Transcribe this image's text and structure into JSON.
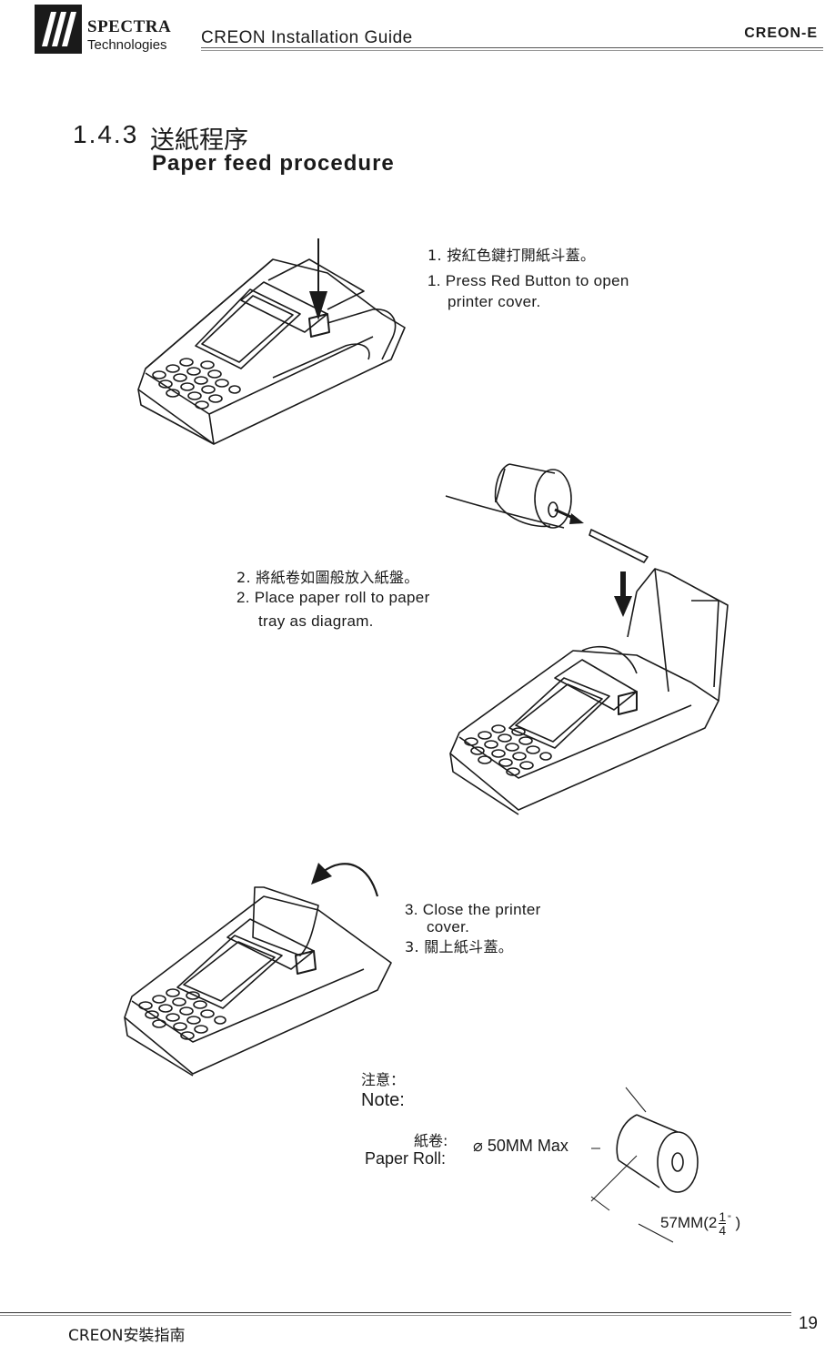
{
  "header": {
    "brand": "SPECTRA",
    "brand_sub": "Technologies",
    "guide_title": "CREON Installation Guide",
    "model": "CREON-E"
  },
  "section": {
    "number": "1.4.3",
    "title_cn": "送紙程序",
    "title_en": "Paper feed procedure"
  },
  "steps": [
    {
      "cn": "1. 按紅色鍵打開紙斗蓋。",
      "en_line1": "1. Press Red Button to open",
      "en_line2": "printer cover."
    },
    {
      "cn": "2. 將紙卷如圖般放入紙盤。",
      "en_line1": "2. Place paper roll to paper",
      "en_line2": "tray as diagram."
    },
    {
      "cn": "3. 關上紙斗蓋。",
      "en_line1": "3. Close the printer",
      "en_line2": "cover."
    }
  ],
  "note": {
    "label_cn": "注意：",
    "label_en": "Note:",
    "roll_cn": "紙卷:",
    "roll_en": "Paper Roll:",
    "diameter": "⌀ 50MM Max",
    "width": "57MM(2",
    "frac_num": "1",
    "frac_den": "4",
    "frac_mark": "\"",
    "width_close": ")"
  },
  "footer": {
    "text": "CREON安裝指南",
    "page": "19"
  },
  "colors": {
    "ink": "#1a1a1a"
  }
}
